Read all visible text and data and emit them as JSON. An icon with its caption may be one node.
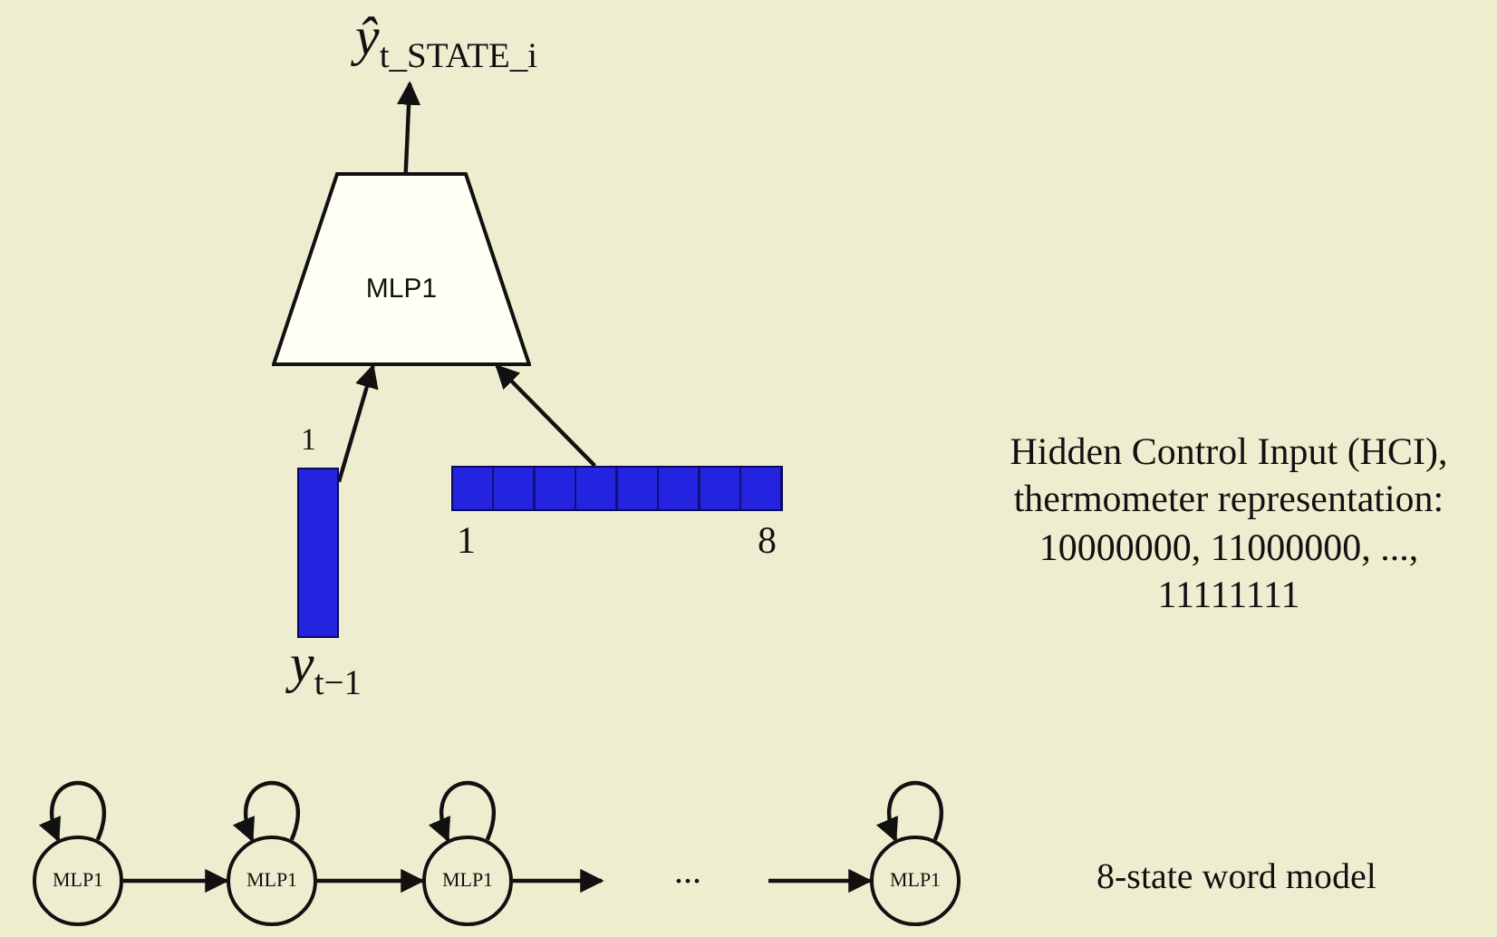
{
  "diagram": {
    "nodes": [
      {
        "text": [
          "MLP1"
        ]
      },
      {
        "text": [
          "*ŷ*$_{t_STATE_i}$"
        ]
      },
      {
        "text": [],
        "shape": "bar",
        "beside": [
          "1",
          "*y*$_{t−1}$"
        ]
      },
      {
        "text": [],
        "shape": "bar",
        "beside": [
          "1",
          "8"
        ]
      },
      {
        "text": [
          "MLP1"
        ]
      },
      {
        "text": [
          "MLP1"
        ]
      },
      {
        "text": [
          "MLP1"
        ]
      },
      {
        "text": [
          "MLP1"
        ]
      }
    ],
    "edges": [
      {
        "from": 0,
        "to": 1,
        "arrow": "to"
      },
      {
        "from": 2,
        "to": 0,
        "arrow": "to"
      },
      {
        "from": 3,
        "to": 0,
        "arrow": "to"
      },
      {
        "from": 4,
        "to": 4,
        "arrow": "to"
      },
      {
        "from": 4,
        "to": 5,
        "arrow": "to"
      },
      {
        "from": 5,
        "to": 5,
        "arrow": "to"
      },
      {
        "from": 5,
        "to": 6,
        "arrow": "to"
      },
      {
        "from": 6,
        "to": 6,
        "arrow": "to"
      },
      {
        "from": 6,
        "to": null,
        "arrow": "to"
      },
      {
        "from": null,
        "to": 7,
        "arrow": "to"
      },
      {
        "from": 7,
        "to": 7,
        "arrow": "to"
      }
    ],
    "labels": [
      "Hidden Control Input (HCI), thermometer representation: 10000000, 11000000, ..., 11111111",
      "...",
      "8-state word model"
    ]
  }
}
